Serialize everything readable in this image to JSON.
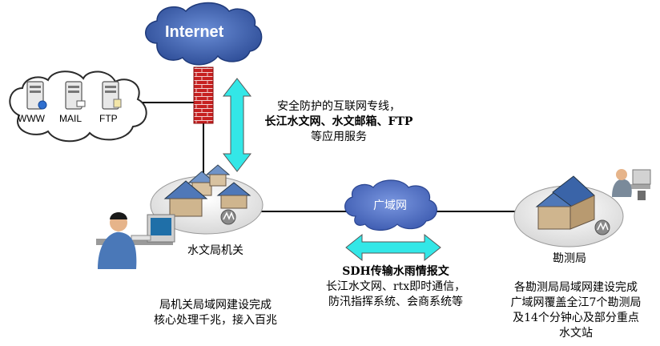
{
  "internet": {
    "label": "Internet"
  },
  "servers": {
    "labels": [
      "WWW",
      "MAIL",
      "FTP"
    ]
  },
  "wan": {
    "label": "广域网"
  },
  "nodes": {
    "hq": "水文局机关",
    "survey": "勘测局"
  },
  "notes": {
    "internet_service": [
      "安全防护的互联网专线，",
      "长江水文网、水文邮箱、FTP",
      "等应用服务"
    ],
    "sdh": [
      "SDH传输水雨情报文",
      "长江水文网、rtx即时通信，",
      "防汛指挥系统、会商系统等"
    ],
    "hq_lan": [
      "局机关局域网建设完成",
      "核心处理千兆，接入百兆"
    ],
    "survey_lan": [
      "各勘测局局域网建设完成",
      "广域网覆盖全江7个勘测局",
      "及14个分钟心及部分重点",
      "水文站"
    ]
  },
  "colors": {
    "internet_cloud": "#3a5ca8",
    "wan_cloud": "#4f6fc3",
    "arrow": "#33e7e7",
    "firewall": "#c62020"
  }
}
